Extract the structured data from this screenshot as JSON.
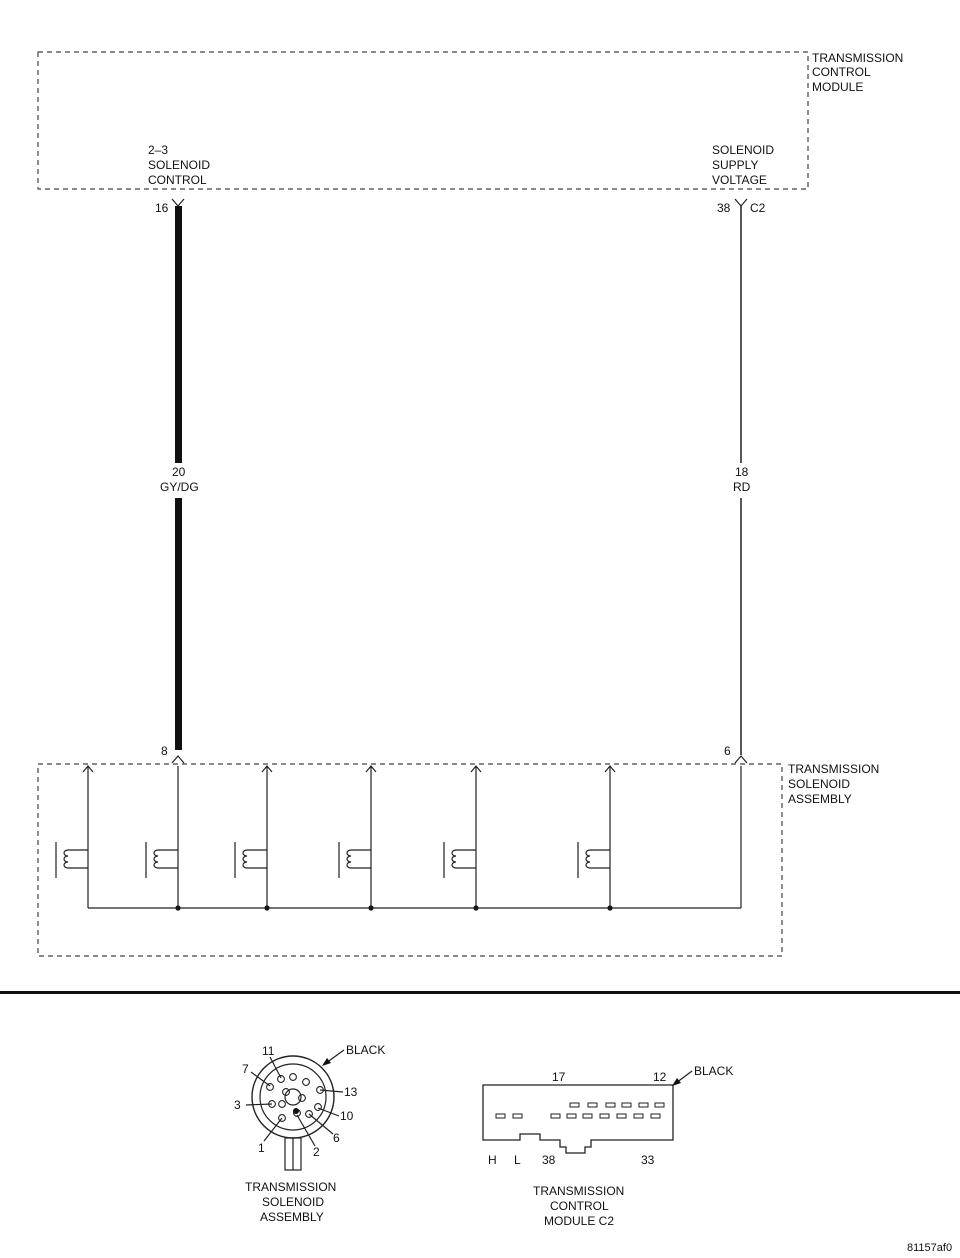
{
  "tcm": {
    "title_lines": [
      "TRANSMISSION",
      "CONTROL",
      "MODULE"
    ],
    "pin_left_label_lines": [
      "2–3",
      "SOLENOID",
      "CONTROL"
    ],
    "pin_right_label_lines": [
      "SOLENOID",
      "SUPPLY",
      "VOLTAGE"
    ],
    "pin_left_number": "16",
    "pin_right_number": "38",
    "pin_right_connector": "C2"
  },
  "wires": {
    "left": {
      "gauge": "20",
      "color": "GY/DG"
    },
    "right": {
      "gauge": "18",
      "color": "RD"
    }
  },
  "tsa": {
    "title_lines": [
      "TRANSMISSION",
      "SOLENOID",
      "ASSEMBLY"
    ],
    "pin_left_number": "8",
    "pin_right_number": "6"
  },
  "connector_tsa": {
    "color_label": "BLACK",
    "pins": [
      "11",
      "7",
      "3",
      "1",
      "2",
      "6",
      "10",
      "13"
    ],
    "caption_lines": [
      "TRANSMISSION",
      "SOLENOID",
      "ASSEMBLY"
    ]
  },
  "connector_tcm": {
    "color_label": "BLACK",
    "top_pins": [
      "17",
      "12"
    ],
    "bottom_labels": [
      "H",
      "L",
      "38",
      "33"
    ],
    "caption_lines": [
      "TRANSMISSION",
      "CONTROL",
      "MODULE C2"
    ]
  },
  "figure_id": "81157af0"
}
